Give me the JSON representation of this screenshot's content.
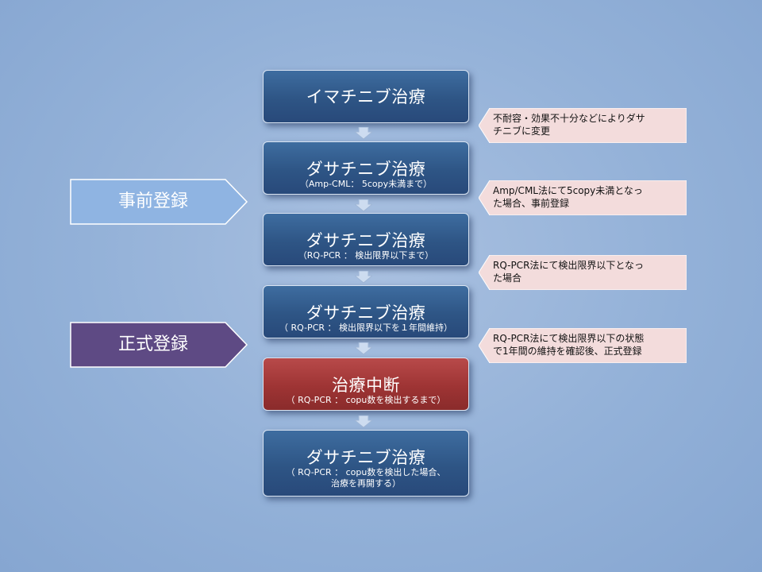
{
  "steps": [
    {
      "title": "イマチニブ治療",
      "sub": ""
    },
    {
      "title": "ダサチニブ治療",
      "sub": "（Amp-CML： 5copy未満まで）"
    },
    {
      "title": "ダサチニブ治療",
      "sub": "（RQ-PCR ： 検出限界以下まで）"
    },
    {
      "title": "ダサチニブ治療",
      "sub": "（ RQ-PCR ： 検出限界以下を１年間維持）"
    },
    {
      "title": "治療中断",
      "sub": "（ RQ-PCR ： copu数を検出するまで）"
    },
    {
      "title": "ダサチニブ治療",
      "sub": "（ RQ-PCR ： copu数を検出した場合、\n治療を再開する）"
    }
  ],
  "notes": [
    "不耐容・効果不十分などによりダサ\nチニブに変更",
    "Amp/CML法にて5copy未満となっ\nた場合、事前登録",
    "RQ-PCR法にて検出限界以下となっ\nた場合",
    "RQ-PCR法にて検出限界以下の状態\nで1年間の維持を確認後、正式登録"
  ],
  "tags": [
    {
      "label": "事前登録",
      "color": "#8fb4e2"
    },
    {
      "label": "正式登録",
      "color": "#5e4a84"
    }
  ],
  "colors": {
    "step_blue": "#2e5585",
    "step_red": "#9e3434",
    "note_bg": "#f3dcdc"
  }
}
